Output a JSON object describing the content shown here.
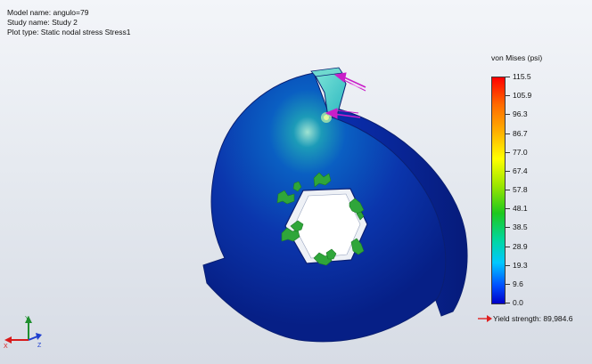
{
  "sim_info": {
    "model_name": "Model name: angulo=79",
    "study_name": "Study name: Study 2",
    "plot_type": "Plot type: Static nodal stress Stress1"
  },
  "legend": {
    "title": "von Mises (psi)",
    "ticks": [
      "115.5",
      "105.9",
      "96.3",
      "86.7",
      "77.0",
      "67.4",
      "57.8",
      "48.1",
      "38.5",
      "28.9",
      "19.3",
      "9.6",
      "0.0"
    ],
    "yield_label": "Yield strength: 89,984.6",
    "colors": [
      "#ff0000",
      "#ffb000",
      "#ffff00",
      "#1ec81e",
      "#00c8ff",
      "#0000c8"
    ]
  },
  "triad": {
    "x_label": "X",
    "y_label": "Y",
    "z_label": "Z"
  },
  "colors": {
    "part_fill": "#0c2fa8",
    "part_edge": "#0a1f72",
    "load_arrow": "#c81ec8",
    "fixture": "#2fa63a",
    "yield_arrow": "#e02020"
  }
}
